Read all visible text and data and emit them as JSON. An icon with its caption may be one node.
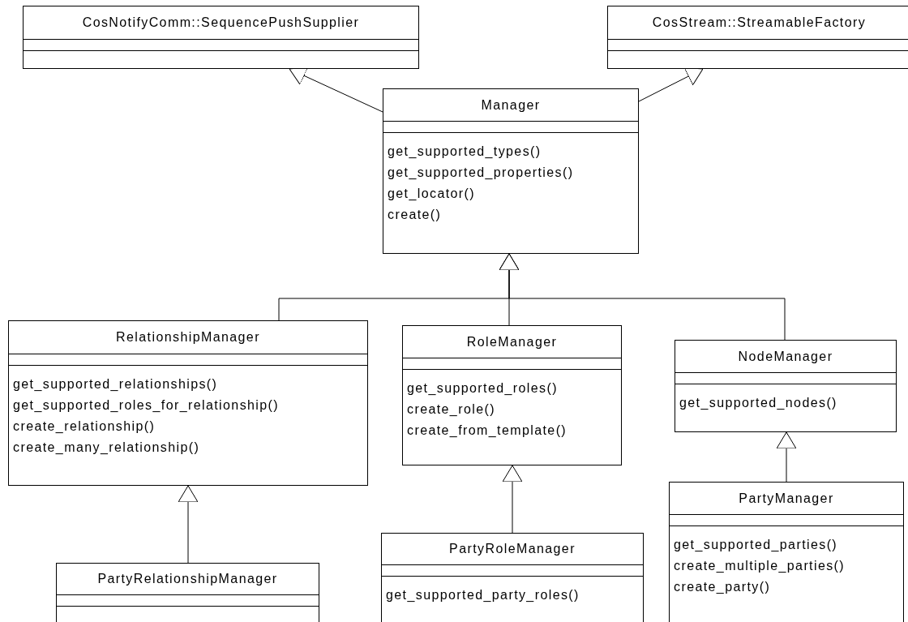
{
  "diagram": {
    "nodes": [
      {
        "text": [
          "CosNotifyComm::SequencePushSupplier"
        ]
      },
      {
        "text": [
          "CosStream::StreamableFactory"
        ]
      },
      {
        "text": [
          "Manager",
          "get_supported_types()",
          "get_supported_properties()",
          "get_locator()",
          "create()"
        ]
      },
      {
        "text": [
          "RelationshipManager",
          "get_supported_relationships()",
          "get_supported_roles_for_relationship()",
          "create_relationship()",
          "create_many_relationship()"
        ]
      },
      {
        "text": [
          "RoleManager",
          "get_supported_roles()",
          "create_role()",
          "create_from_template()"
        ]
      },
      {
        "text": [
          "NodeManager",
          "get_supported_nodes()"
        ]
      },
      {
        "text": [
          "PartyRelationshipManager"
        ]
      },
      {
        "text": [
          "PartyRoleManager",
          "get_supported_party_roles()"
        ]
      },
      {
        "text": [
          "PartyManager",
          "get_supported_parties()",
          "create_multiple_parties()",
          "create_party()"
        ]
      }
    ],
    "edges": [
      {
        "from": 2,
        "to": 0,
        "arrow": "to"
      },
      {
        "from": 2,
        "to": 1,
        "arrow": "to"
      },
      {
        "from": 3,
        "to": 2,
        "arrow": "to"
      },
      {
        "from": 4,
        "to": 2,
        "arrow": "to"
      },
      {
        "from": 5,
        "to": 2,
        "arrow": "to"
      },
      {
        "from": 6,
        "to": 3,
        "arrow": "to"
      },
      {
        "from": 7,
        "to": 4,
        "arrow": "to"
      },
      {
        "from": 8,
        "to": 5,
        "arrow": "to"
      }
    ]
  }
}
